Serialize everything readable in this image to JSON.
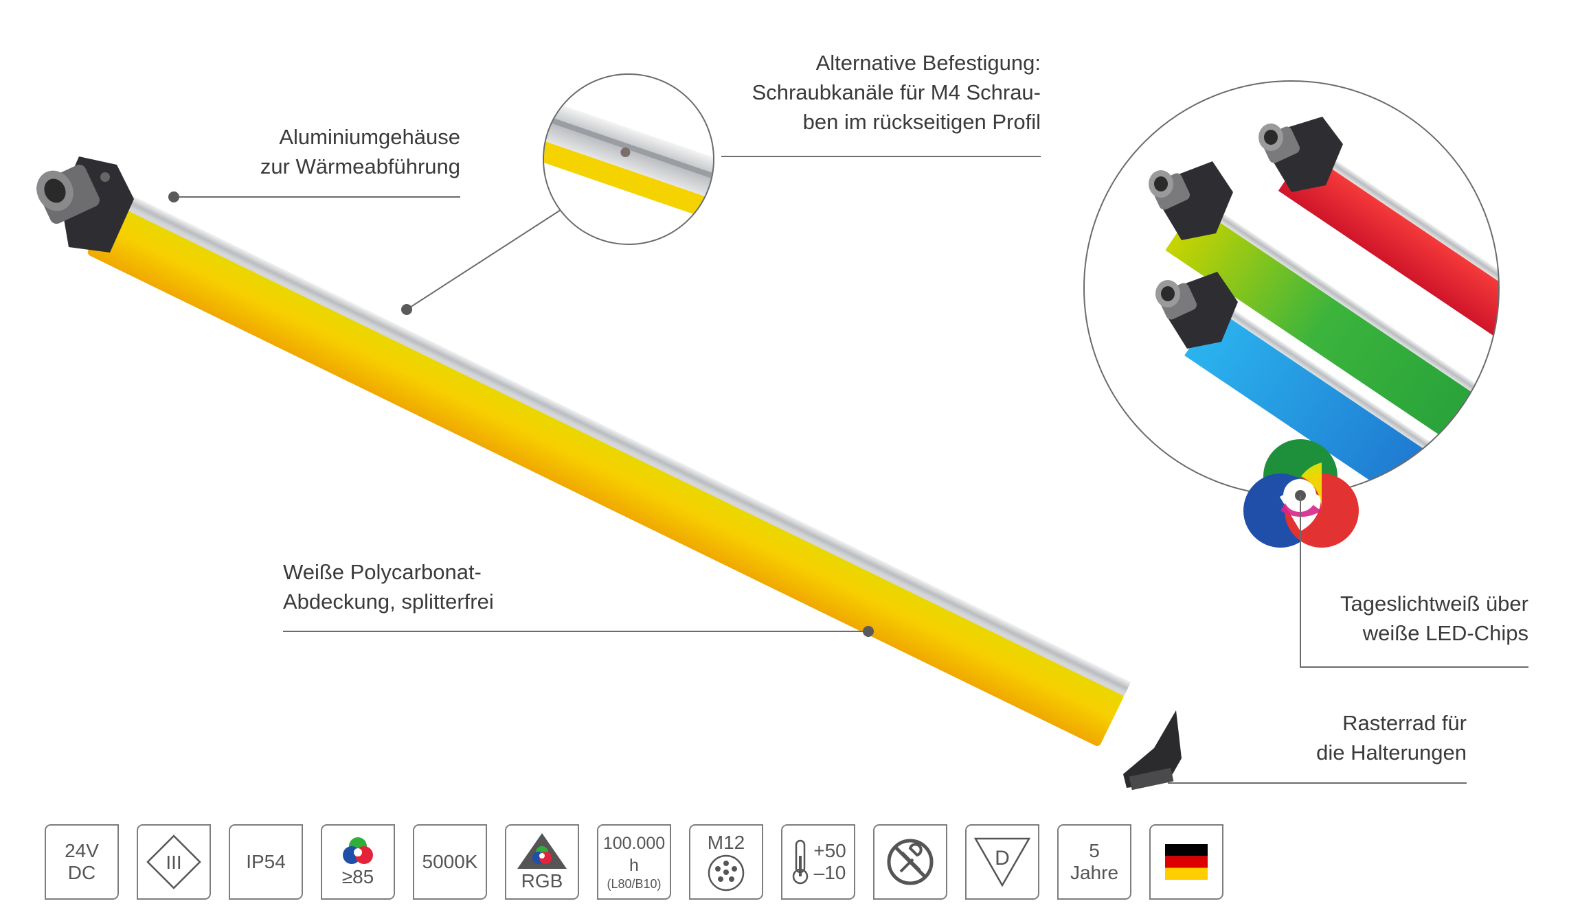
{
  "callouts": {
    "housing": [
      "Aluminiumgehäuse",
      "zur Wärmeabführung"
    ],
    "mounting": [
      "Alternative Befestigung:",
      "Schraubkanäle für M4 Schrau-",
      "ben im rückseitigen Profil"
    ],
    "cover": [
      "Weiße Polycarbonat-",
      "Abdeckung, splitterfrei"
    ],
    "daylight": [
      "Tageslichtweiß über",
      "weiße LED-Chips"
    ],
    "detent": [
      "Rasterrad für",
      "die Halterungen"
    ]
  },
  "badges": [
    {
      "icon": "voltage",
      "lines": [
        "24V",
        "DC"
      ]
    },
    {
      "icon": "protection-class-iii-icon",
      "lines": [
        "III"
      ]
    },
    {
      "icon": "ip-rating",
      "lines": [
        "IP54"
      ]
    },
    {
      "icon": "color-rendering-icon",
      "lines": [
        "≥85"
      ]
    },
    {
      "icon": "color-temperature",
      "lines": [
        "5000K"
      ]
    },
    {
      "icon": "rgb-triangle-icon",
      "lines": [
        "RGB"
      ]
    },
    {
      "icon": "lifetime",
      "lines": [
        "100.000 h",
        "(L80/B10)"
      ]
    },
    {
      "icon": "m12-connector-icon",
      "lines": [
        "M12"
      ]
    },
    {
      "icon": "thermometer-icon",
      "lines": [
        "+50",
        "–10"
      ]
    },
    {
      "icon": "no-tools-icon",
      "lines": []
    },
    {
      "icon": "d-mark-icon",
      "lines": [
        "D"
      ]
    },
    {
      "icon": "warranty",
      "lines": [
        "5",
        "Jahre"
      ]
    },
    {
      "icon": "german-flag-icon",
      "lines": []
    }
  ],
  "colors": {
    "tube_yellow": "#f5c800",
    "red": "#e4233a",
    "green": "#2fae3a",
    "blue": "#1f8fd8",
    "line": "#6b6b6b",
    "flag": [
      "#000000",
      "#dd0000",
      "#ffce00"
    ]
  }
}
